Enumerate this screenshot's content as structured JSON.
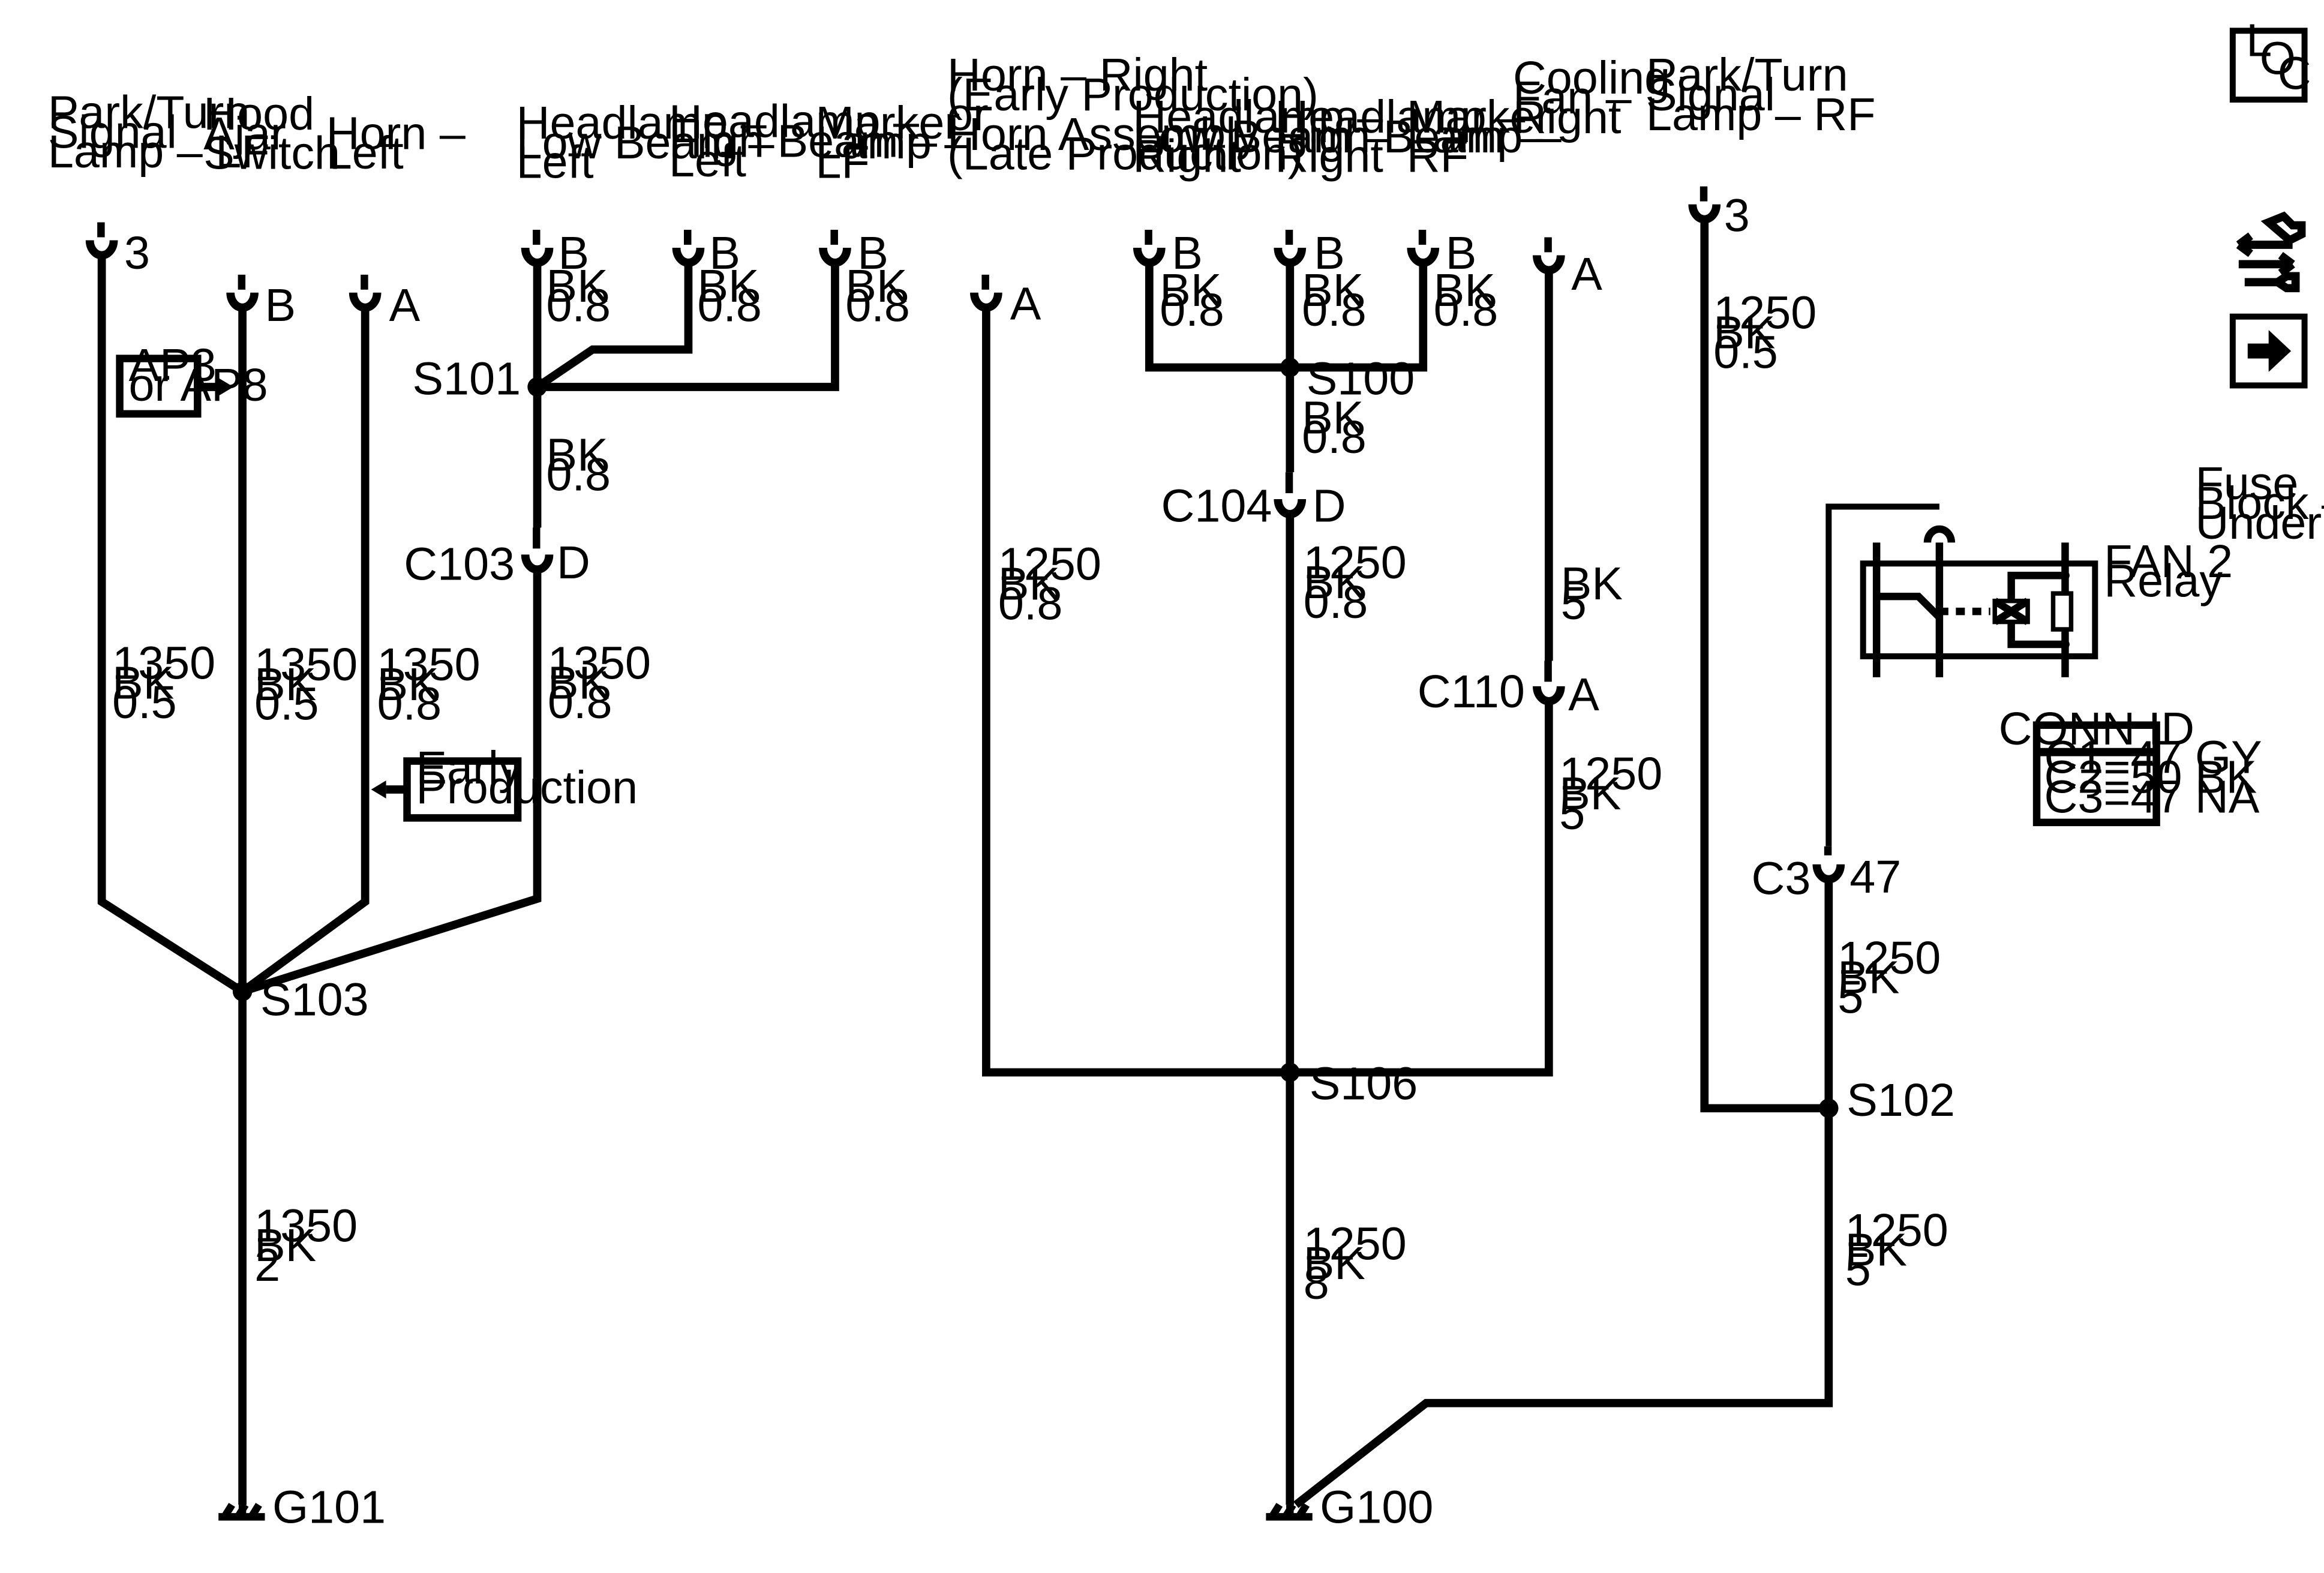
{
  "components": {
    "park_turn_lf": [
      "Park/Turn",
      "Signal",
      "Lamp – LF"
    ],
    "hood_ajar": [
      "Hood",
      "Ajar",
      "Switch"
    ],
    "horn_left": [
      "Horn –",
      "Left"
    ],
    "headlamp_low_left": [
      "Headlamp –",
      "Low Beam –",
      "Left"
    ],
    "headlamp_high_left": [
      "Headlamp –",
      "High Beam –",
      "Left"
    ],
    "marker_lf": [
      "Marker",
      "Lamp –",
      "LF"
    ],
    "horn_right": [
      "Horn – Right",
      "(Early Production)",
      "or",
      "Horn Assembly",
      "(Late Production)"
    ],
    "headlamp_low_right": [
      "Headlamp –",
      "Low Beam –",
      "Right"
    ],
    "headlamp_high_right": [
      "Headlamp –",
      "High Beam –",
      "Right"
    ],
    "marker_rf": [
      "Marker",
      "Lamp –",
      "RF"
    ],
    "cooling_fan_right": [
      "Cooling",
      "Fan –",
      "Right"
    ],
    "park_turn_rf": [
      "Park/Turn",
      "Signal",
      "Lamp – RF"
    ],
    "fuse_block": [
      "Fuse",
      "Block –",
      "Underhood"
    ],
    "fan2_relay": [
      "FAN 2",
      "Relay"
    ]
  },
  "pins": {
    "park_turn_lf": "3",
    "hood_ajar": "B",
    "horn_left": "A",
    "headlamp_low_left": "B",
    "headlamp_high_left": "B",
    "marker_lf": "B",
    "horn_right": "A",
    "headlamp_low_right": "B",
    "headlamp_high_right": "B",
    "marker_rf": "B",
    "cooling_fan_right": "A",
    "park_turn_rf": "3",
    "c103": "D",
    "c104": "D",
    "c110": "A",
    "c3": "47"
  },
  "connectors": {
    "c103": "C103",
    "c104": "C104",
    "c110": "C110",
    "c3": "C3"
  },
  "splices": {
    "s101": "S101",
    "s100": "S100",
    "s103": "S103",
    "s106": "S106",
    "s102": "S102"
  },
  "grounds": {
    "g101": "G101",
    "g100": "G100"
  },
  "wires": {
    "hl_low_left": [
      "BK",
      "0.8"
    ],
    "hl_high_left": [
      "BK",
      "0.8"
    ],
    "marker_lf": [
      "BK",
      "0.8"
    ],
    "s101_c103": [
      "BK",
      "0.8"
    ],
    "hl_low_right": [
      "BK",
      "0.8"
    ],
    "hl_high_right": [
      "BK",
      "0.8"
    ],
    "marker_rf": [
      "BK",
      "0.8"
    ],
    "s100_c104": [
      "BK",
      "0.8"
    ],
    "park_lf": [
      "1350",
      "BK",
      "0.5"
    ],
    "hood": [
      "1350",
      "BK",
      "0.5"
    ],
    "horn_left": [
      "1350",
      "BK",
      "0.8"
    ],
    "c103_s103": [
      "1350",
      "BK",
      "0.8"
    ],
    "s103_g101": [
      "1350",
      "BK",
      "2"
    ],
    "horn_right": [
      "1250",
      "BK",
      "0.8"
    ],
    "c104_s106": [
      "1250",
      "BK",
      "0.8"
    ],
    "fan_c110": [
      "BK",
      "5"
    ],
    "c110_s106": [
      "1250",
      "BK",
      "5"
    ],
    "s106_g100": [
      "1250",
      "BK",
      "8"
    ],
    "park_rf": [
      "1250",
      "BK",
      "0.5"
    ],
    "c3_s102": [
      "1250",
      "BK",
      "5"
    ],
    "s102_g100": [
      "1250",
      "BK",
      "5"
    ]
  },
  "notes": {
    "ap3_ap8": [
      "AP3",
      "or AP8"
    ],
    "early_production": [
      "Early",
      "Production"
    ]
  },
  "conn_id": {
    "title": "CONN ID",
    "rows": [
      "C1=47 GY",
      "C2=50 BK",
      "C3=47 NA"
    ]
  },
  "loc_letters": [
    "L",
    "O",
    "C"
  ],
  "icons": {
    "loc": "loc-icon",
    "service": "service-tools-icon",
    "next": "arrow-right-icon"
  }
}
